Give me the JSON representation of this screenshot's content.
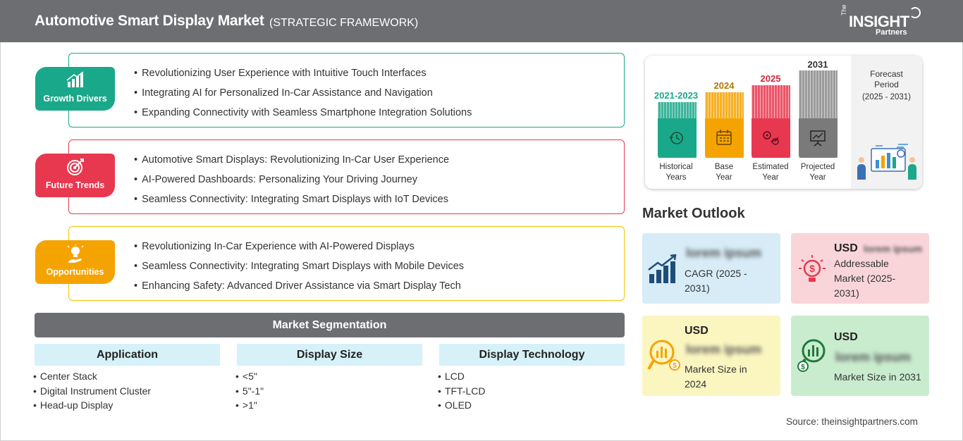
{
  "header": {
    "title": "Automotive Smart Display Market",
    "subtitle": "(STRATEGIC FRAMEWORK)",
    "logo": {
      "the": "The",
      "insight": "INSIGHT",
      "partners": "Partners"
    }
  },
  "categories": [
    {
      "label": "Growth Drivers",
      "color": "#1aa88a",
      "icon": "growth-chart-icon",
      "items": [
        "Revolutionizing User Experience with Intuitive Touch Interfaces",
        "Integrating AI for Personalized In-Car Assistance and Navigation",
        "Expanding Connectivity with Seamless Smartphone Integration Solutions"
      ]
    },
    {
      "label": "Future Trends",
      "color": "#e8384f",
      "icon": "target-icon",
      "items": [
        "Automotive Smart Displays: Revolutionizing In-Car User Experience",
        "AI-Powered Dashboards: Personalizing Your Driving Journey",
        "Seamless Connectivity: Integrating Smart Displays with IoT Devices"
      ]
    },
    {
      "label": "Opportunities",
      "color": "#f5a300",
      "icon": "lightbulb-hand-icon",
      "items": [
        "Revolutionizing In-Car Experience with AI-Powered Displays",
        "Seamless Connectivity: Integrating Smart Displays with Mobile Devices",
        "Enhancing Safety: Advanced Driver Assistance via Smart Display Tech"
      ]
    }
  ],
  "segmentation": {
    "title": "Market Segmentation",
    "columns": [
      {
        "heading": "Application",
        "items": [
          "Center Stack",
          "Digital Instrument Cluster",
          "Head-up Display"
        ]
      },
      {
        "heading": "Display Size",
        "items": [
          "<5\"",
          "5\"-1\"",
          ">1\""
        ]
      },
      {
        "heading": "Display Technology",
        "items": [
          "LCD",
          "TFT-LCD",
          "OLED"
        ]
      }
    ]
  },
  "timeline": {
    "bars": [
      {
        "year": "2021-2023",
        "label_line1": "Historical",
        "label_line2": "Years",
        "color": "#1aa88a",
        "icon": "history-icon"
      },
      {
        "year": "2024",
        "label_line1": "Base",
        "label_line2": "Year",
        "color": "#f5a300",
        "icon": "calendar-icon"
      },
      {
        "year": "2025",
        "label_line1": "Estimated",
        "label_line2": "Year",
        "color": "#e8384f",
        "icon": "settings-chart-icon"
      },
      {
        "year": "2031",
        "label_line1": "Projected",
        "label_line2": "Year",
        "color": "#7a7a7a",
        "icon": "presentation-icon"
      }
    ],
    "forecast_title_line1": "Forecast",
    "forecast_title_line2": "Period",
    "forecast_period": "(2025 - 2031)"
  },
  "outlook": {
    "title": "Market Outlook",
    "cards": [
      {
        "blurred": "lorem ipsum",
        "text_line1": "CAGR (2025 -",
        "text_line2": "2031)",
        "bg": "#d7ecf7"
      },
      {
        "usd": "USD",
        "blurred": "lorem ipsum",
        "text_line1": "Addressable",
        "text_line2": "Market (2025-",
        "text_line3": "2031)",
        "bg": "#f9d5d9"
      },
      {
        "usd": "USD",
        "blurred": "lorem ipsum",
        "text_line1": "Market Size in",
        "text_line2": "2024",
        "bg": "#fbf5c0"
      },
      {
        "usd": "USD",
        "blurred": "lorem ipsum",
        "text_line1": "Market Size in 2031",
        "bg": "#c9eccf"
      }
    ]
  },
  "source": "Source: theinsightpartners.com"
}
